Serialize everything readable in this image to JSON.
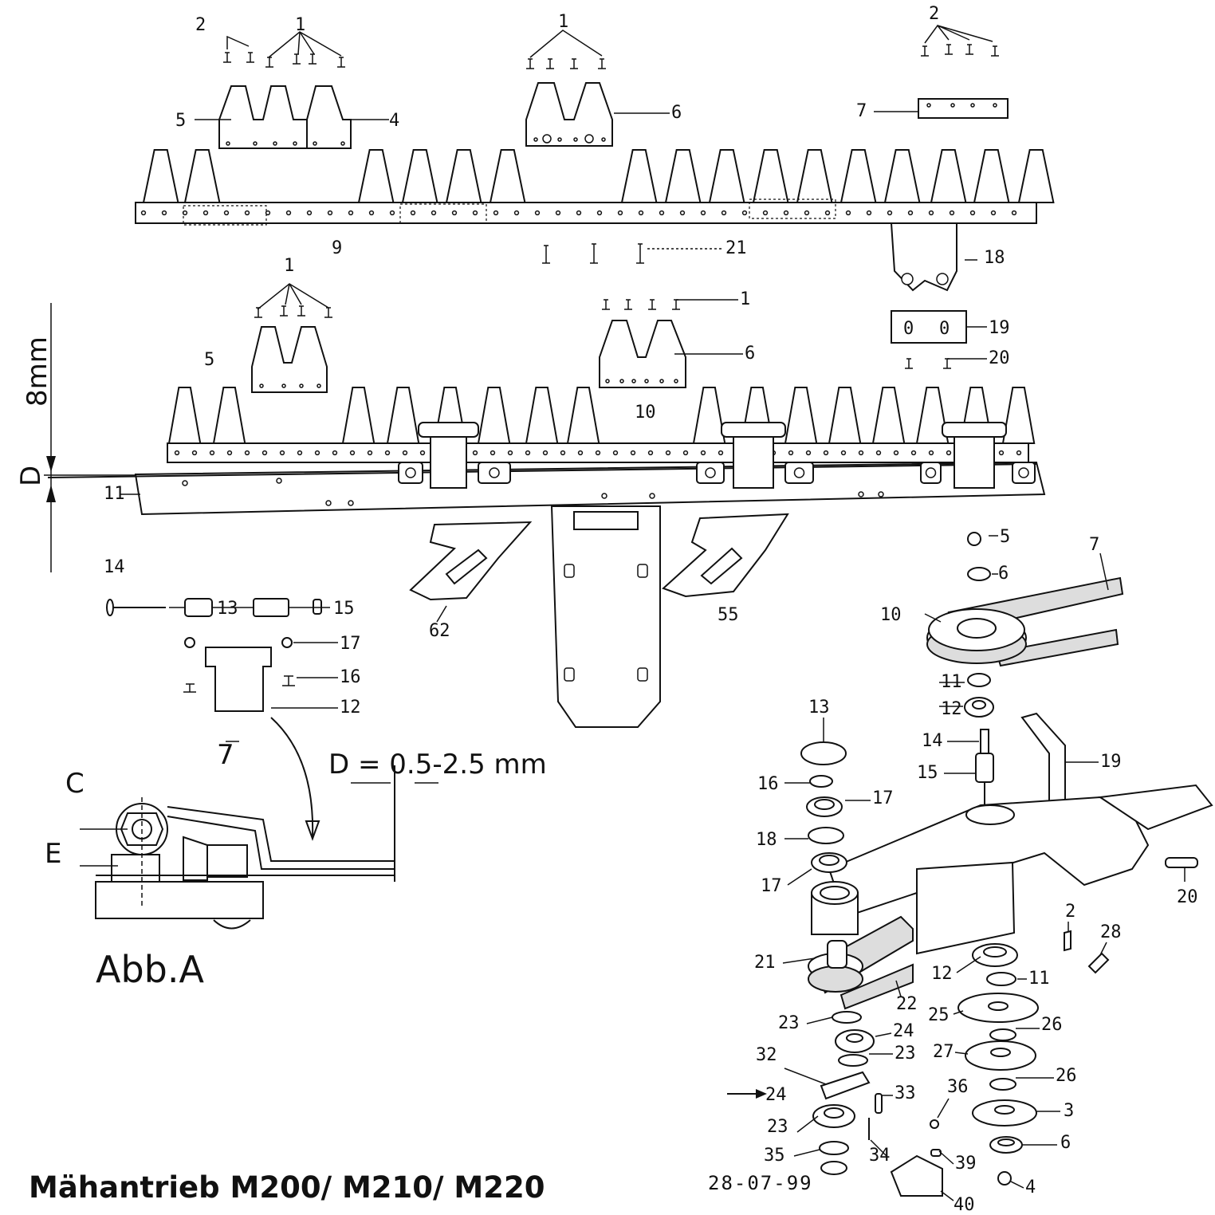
{
  "title": "Mähantrieb M200/ M210/ M220",
  "date_code": "28-07-99",
  "figure_label": "Abb.A",
  "gap_spec": "D = 0.5-2.5 mm",
  "dimension_label": "8mm",
  "dimension_letter": "D",
  "detail_letters": {
    "c": "C",
    "e": "E",
    "seven": "7"
  },
  "callouts": [
    {
      "id": "top-2a",
      "text": "2"
    },
    {
      "id": "top-1a",
      "text": "1"
    },
    {
      "id": "top-1b",
      "text": "1"
    },
    {
      "id": "top-2b",
      "text": "2"
    },
    {
      "id": "k5a",
      "text": "5"
    },
    {
      "id": "k4",
      "text": "4"
    },
    {
      "id": "k6a",
      "text": "6"
    },
    {
      "id": "k7",
      "text": "7"
    },
    {
      "id": "k9",
      "text": "9"
    },
    {
      "id": "k21",
      "text": "21"
    },
    {
      "id": "k18",
      "text": "18"
    },
    {
      "id": "k1c",
      "text": "1"
    },
    {
      "id": "k1d",
      "text": "1"
    },
    {
      "id": "k5b",
      "text": "5"
    },
    {
      "id": "k6b",
      "text": "6"
    },
    {
      "id": "k19",
      "text": "19"
    },
    {
      "id": "k20",
      "text": "20"
    },
    {
      "id": "k10",
      "text": "10"
    },
    {
      "id": "k11",
      "text": "11"
    },
    {
      "id": "k14",
      "text": "14"
    },
    {
      "id": "k13",
      "text": "13"
    },
    {
      "id": "k15",
      "text": "15"
    },
    {
      "id": "k17",
      "text": "17"
    },
    {
      "id": "k16",
      "text": "16"
    },
    {
      "id": "k12",
      "text": "12"
    },
    {
      "id": "k62",
      "text": "62"
    },
    {
      "id": "k55",
      "text": "55"
    },
    {
      "id": "d5",
      "text": "5"
    },
    {
      "id": "d6",
      "text": "6"
    },
    {
      "id": "d7",
      "text": "7"
    },
    {
      "id": "d10",
      "text": "10"
    },
    {
      "id": "d11a",
      "text": "11"
    },
    {
      "id": "d12a",
      "text": "12"
    },
    {
      "id": "d13",
      "text": "13"
    },
    {
      "id": "d14",
      "text": "14"
    },
    {
      "id": "d15",
      "text": "15"
    },
    {
      "id": "d19",
      "text": "19"
    },
    {
      "id": "d16",
      "text": "16"
    },
    {
      "id": "d17a",
      "text": "17"
    },
    {
      "id": "d18",
      "text": "18"
    },
    {
      "id": "d17b",
      "text": "17"
    },
    {
      "id": "d20",
      "text": "20"
    },
    {
      "id": "d2",
      "text": "2"
    },
    {
      "id": "d28",
      "text": "28"
    },
    {
      "id": "d21",
      "text": "21"
    },
    {
      "id": "d12b",
      "text": "12"
    },
    {
      "id": "d11b",
      "text": "11"
    },
    {
      "id": "d22",
      "text": "22"
    },
    {
      "id": "d23a",
      "text": "23"
    },
    {
      "id": "d24a",
      "text": "24"
    },
    {
      "id": "d25",
      "text": "25"
    },
    {
      "id": "d26a",
      "text": "26"
    },
    {
      "id": "d23b",
      "text": "23"
    },
    {
      "id": "d27",
      "text": "27"
    },
    {
      "id": "d32",
      "text": "32"
    },
    {
      "id": "d26b",
      "text": "26"
    },
    {
      "id": "d24b",
      "text": "24"
    },
    {
      "id": "d33",
      "text": "33"
    },
    {
      "id": "d36",
      "text": "36"
    },
    {
      "id": "d3",
      "text": "3"
    },
    {
      "id": "d23c",
      "text": "23"
    },
    {
      "id": "d6b",
      "text": "6"
    },
    {
      "id": "d35",
      "text": "35"
    },
    {
      "id": "d34",
      "text": "34"
    },
    {
      "id": "d39",
      "text": "39"
    },
    {
      "id": "d4",
      "text": "4"
    },
    {
      "id": "d40",
      "text": "40"
    }
  ]
}
